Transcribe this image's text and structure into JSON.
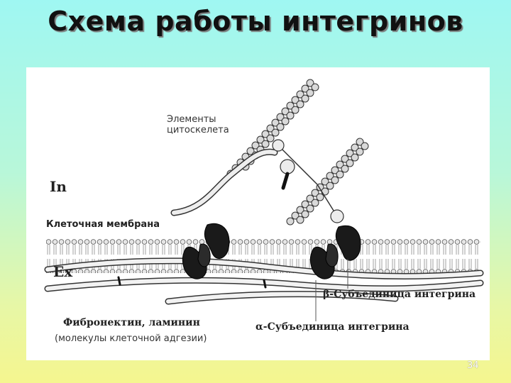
{
  "slide": {
    "title": "Схема работы интегринов",
    "page_number": "34"
  },
  "diagram": {
    "labels": {
      "cytoskeleton_line1": "Элементы",
      "cytoskeleton_line2": "цитоскелета",
      "inside": "In",
      "membrane": "Клеточная мембрана",
      "outside": "Ex",
      "beta_subunit": "β-Субъединица интегрина",
      "alpha_subunit": "α-Субъединица интегрина",
      "matrix": "Фибронектин,  ламинин",
      "adhesion": "(молекулы клеточной адгезии)"
    },
    "colors": {
      "subunit": "#1a1a1a",
      "filament_bead": "#d9d9d9",
      "outline": "#333333"
    }
  }
}
